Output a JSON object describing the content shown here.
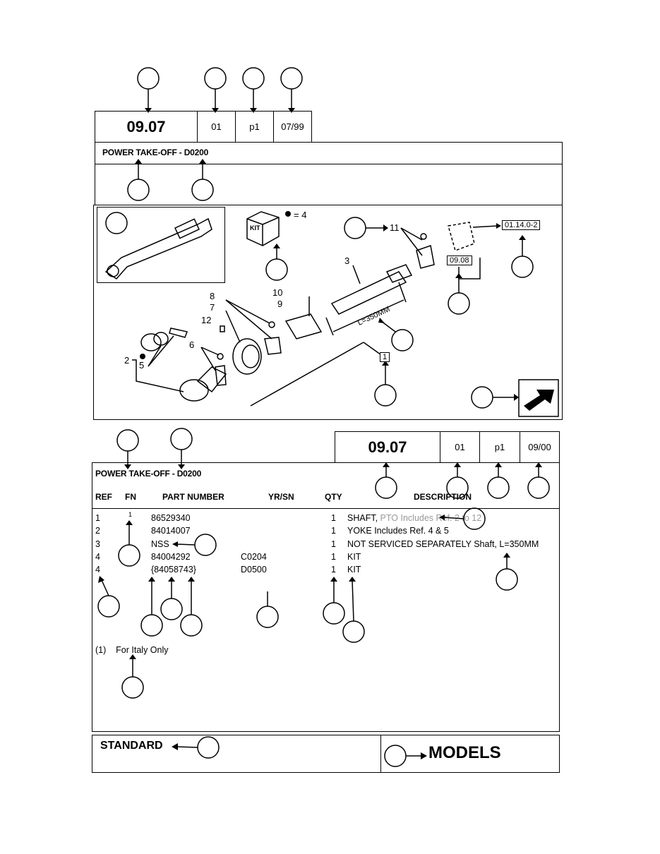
{
  "top_header": {
    "section": "09.07",
    "group": "01",
    "page": "p1",
    "date": "07/99",
    "title": "POWER TAKE-OFF - D0200"
  },
  "illustration": {
    "kit_label": "KIT",
    "bullet_legend": "= 4",
    "callouts": [
      "11",
      "3",
      "8",
      "7",
      "10",
      "9",
      "12",
      "6",
      "2",
      "5"
    ],
    "length_label": "L=350MM",
    "ref_box_1": "1",
    "ref_link_right": "01.14.0-2",
    "ref_link_mid": "09.08"
  },
  "bottom_header": {
    "title": "POWER TAKE-OFF - D0200",
    "section": "09.07",
    "group": "01",
    "page": "p1",
    "date": "09/00"
  },
  "table": {
    "headers": {
      "ref": "REF",
      "fn": "FN",
      "part_number": "PART NUMBER",
      "yr_sn": "YR/SN",
      "qty": "QTY",
      "description": "DESCRIPTION"
    },
    "rows": [
      {
        "ref": "1",
        "fn": "1",
        "part": "86529340",
        "yrsn": "",
        "qty": "1",
        "desc": "SHAFT,",
        "desc_extra": "PTO Includes Ref. 2 to 12"
      },
      {
        "ref": "2",
        "fn": "",
        "part": "84014007",
        "yrsn": "",
        "qty": "1",
        "desc": "YOKE Includes Ref. 4 & 5",
        "desc_extra": ""
      },
      {
        "ref": "3",
        "fn": "",
        "part": "NSS",
        "yrsn": "",
        "qty": "1",
        "desc": "NOT SERVICED SEPARATELY Shaft, L=350MM",
        "desc_extra": ""
      },
      {
        "ref": "4",
        "fn": "",
        "part": "84004292",
        "yrsn": "C0204",
        "qty": "1",
        "desc": "KIT",
        "desc_extra": ""
      },
      {
        "ref": "4",
        "fn": "",
        "part": "{84058743}",
        "yrsn": "D0500",
        "qty": "1",
        "desc": "KIT",
        "desc_extra": ""
      }
    ],
    "footnote": "(1)    For Italy Only"
  },
  "footer": {
    "standard": "STANDARD",
    "models": "MODELS"
  }
}
